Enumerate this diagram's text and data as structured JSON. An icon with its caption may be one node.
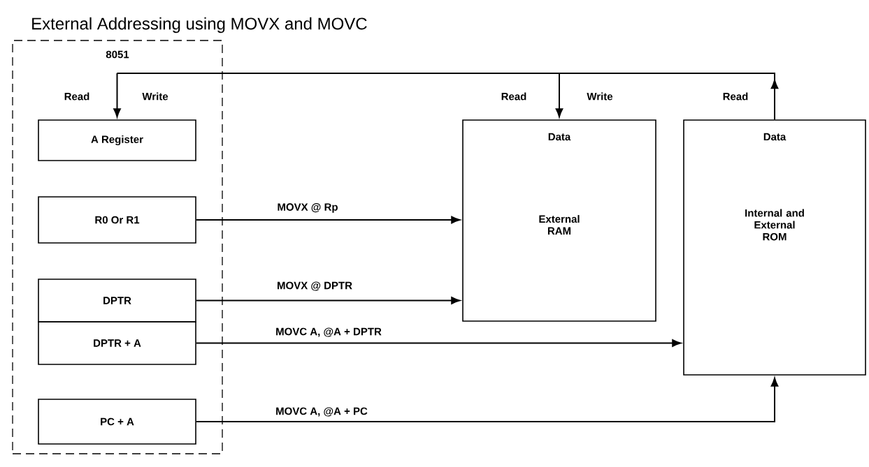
{
  "diagram": {
    "title": "External Addressing using MOVX and MOVC",
    "nodes": [
      {
        "text": [
          "8051"
        ]
      },
      {
        "text": [
          "A Register"
        ],
        "in": 0
      },
      {
        "text": [
          "R0 Or R1"
        ],
        "in": 0
      },
      {
        "text": [
          "DPTR"
        ],
        "in": 0
      },
      {
        "text": [
          "DPTR + A"
        ],
        "in": 0
      },
      {
        "text": [
          "PC + A"
        ],
        "in": 0
      },
      {
        "text": [
          "Data",
          "External RAM"
        ]
      },
      {
        "text": [
          "Data",
          "Internal and External ROM"
        ]
      }
    ],
    "edges": [
      {
        "from": 1,
        "to": 6,
        "arrow": "both"
      },
      {
        "from": 7,
        "to": 1,
        "arrow": "to"
      },
      {
        "from": 2,
        "to": 6,
        "arrow": "to",
        "label": "MOVX @ Rp"
      },
      {
        "from": 3,
        "to": 6,
        "arrow": "to",
        "label": "MOVX @ DPTR"
      },
      {
        "from": 4,
        "to": 7,
        "arrow": "to",
        "label": "MOVC A, @A + DPTR"
      },
      {
        "from": 5,
        "to": 7,
        "arrow": "to",
        "label": "MOVC A, @A + PC"
      }
    ],
    "labels": [
      "Read",
      "Write",
      "Read",
      "Write",
      "Read"
    ]
  }
}
